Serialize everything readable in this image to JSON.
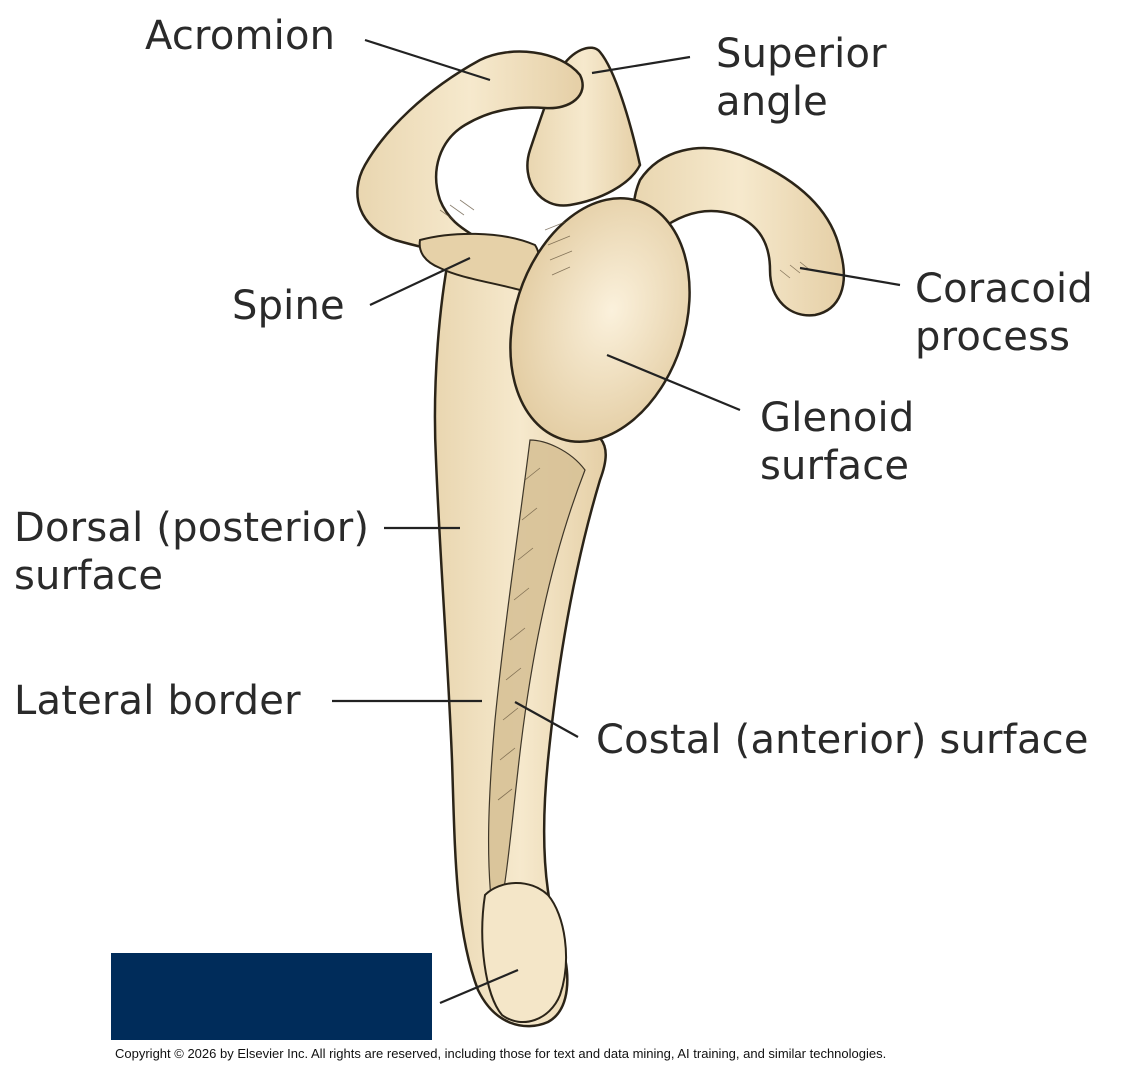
{
  "labels": {
    "acromion": [
      "Acromion"
    ],
    "superior_angle": [
      "Superior",
      "angle"
    ],
    "coracoid_process": [
      "Coracoid",
      "process"
    ],
    "spine": [
      "Spine"
    ],
    "glenoid_surface": [
      "Glenoid",
      "surface"
    ],
    "dorsal_surface": [
      "Dorsal (posterior)",
      "surface"
    ],
    "lateral_border": [
      "Lateral border"
    ],
    "costal_surface": [
      "Costal (anterior) surface"
    ]
  },
  "copyright": "Copyright © 2026 by Elsevier Inc. All rights are reserved, including those for text and data mining, AI training, and similar technologies.",
  "colors": {
    "bone": "#f2e2c2",
    "bone_shadow": "#d9c49c",
    "outline": "#2b2418",
    "leader": "#222222",
    "cover_box": "#002c5a"
  }
}
